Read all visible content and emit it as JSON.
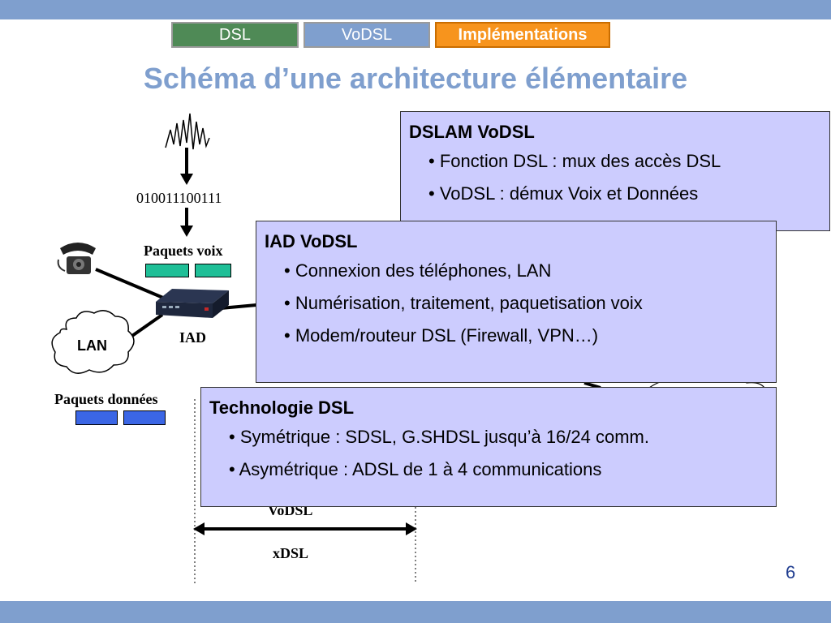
{
  "nav": {
    "tabs": [
      {
        "label": "DSL"
      },
      {
        "label": "VoDSL"
      },
      {
        "label": "Implémentations"
      }
    ]
  },
  "title": "Schéma d’une architecture élémentaire",
  "diagram": {
    "bit_string": "010011100111",
    "voice_packets_label": "Paquets voix",
    "iad_label": "IAD",
    "lan_label": "LAN",
    "data_packets_label": "Paquets données",
    "vodsl_label": "VoDSL",
    "xdsl_label": "xDSL"
  },
  "boxes": {
    "dslam": {
      "title": "DSLAM VoDSL",
      "bullets": [
        "• Fonction DSL : mux des accès DSL",
        "• VoDSL : démux Voix et Données"
      ]
    },
    "iad": {
      "title": "IAD VoDSL",
      "bullets": [
        "• Connexion des téléphones, LAN",
        "• Numérisation, traitement, paquetisation voix",
        "• Modem/routeur DSL (Firewall, VPN…)"
      ]
    },
    "tech": {
      "title": "Technologie DSL",
      "bullets": [
        "• Symétrique : SDSL, G.SHDSL jusqu’à 16/24 comm.",
        "• Asymétrique : ADSL de 1 à 4 communications"
      ]
    }
  },
  "page_number": "6",
  "colors": {
    "bar": "#7f9fce",
    "tab_dsl": "#4f8a56",
    "tab_impl": "#f7941d",
    "box_fill": "#ccccfe",
    "voice_packet": "#1fbf97",
    "data_packet": "#3b66e5"
  }
}
